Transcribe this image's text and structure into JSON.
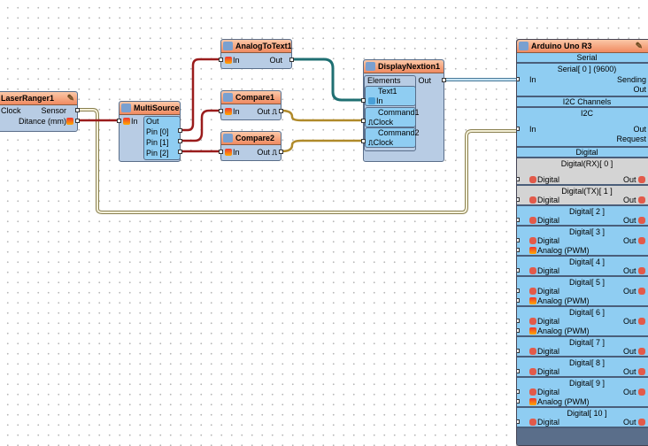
{
  "laser": {
    "title": "LaserRanger1",
    "clock": "Clock",
    "sensor": "Sensor",
    "distance": "Ditance (mm)"
  },
  "multi": {
    "title": "MultiSource1",
    "in": "In",
    "out": "Out",
    "pins": [
      "Pin [0]",
      "Pin [1]",
      "Pin [2]"
    ]
  },
  "analog": {
    "title": "AnalogToText1",
    "in": "In",
    "out": "Out"
  },
  "compare1": {
    "title": "Compare1",
    "in": "In",
    "out": "Out"
  },
  "compare2": {
    "title": "Compare2",
    "in": "In",
    "out": "Out"
  },
  "display": {
    "title": "DisplayNextion1",
    "elements": "Elements",
    "out": "Out",
    "text1": "Text1",
    "in": "In",
    "command1": "Command1",
    "command2": "Command2",
    "clock": "Clock"
  },
  "arduino": {
    "title": "Arduino Uno R3",
    "serial": "Serial",
    "serial0": "Serial[ 0 ] (9600)",
    "in": "In",
    "sending": "Sending",
    "out": "Out",
    "i2c_channels": "I2C Channels",
    "i2c": "I2C",
    "request": "Request",
    "digital": "Digital",
    "pins": [
      {
        "title": "Digital(RX)[ 0 ]",
        "analog": false,
        "gray": true
      },
      {
        "title": "Digital(TX)[ 1 ]",
        "analog": false,
        "gray": true
      },
      {
        "title": "Digital[ 2 ]",
        "analog": false
      },
      {
        "title": "Digital[ 3 ]",
        "analog": true
      },
      {
        "title": "Digital[ 4 ]",
        "analog": false
      },
      {
        "title": "Digital[ 5 ]",
        "analog": true
      },
      {
        "title": "Digital[ 6 ]",
        "analog": true
      },
      {
        "title": "Digital[ 7 ]",
        "analog": false
      },
      {
        "title": "Digital[ 8 ]",
        "analog": false
      },
      {
        "title": "Digital[ 9 ]",
        "analog": true
      },
      {
        "title": "Digital[ 10 ]",
        "analog": false
      }
    ],
    "pin_digital": "Digital",
    "pin_out": "Out",
    "pin_analog": "Analog (PWM)"
  },
  "colors": {
    "header": "#f08a60",
    "body": "#b8cce4",
    "wire_analog": "#9a1c1c",
    "wire_text": "#1f6f72",
    "wire_clock": "#b08a2a",
    "wire_i2c": "#d8d0a8",
    "wire_serial": "#a8d0ea"
  }
}
